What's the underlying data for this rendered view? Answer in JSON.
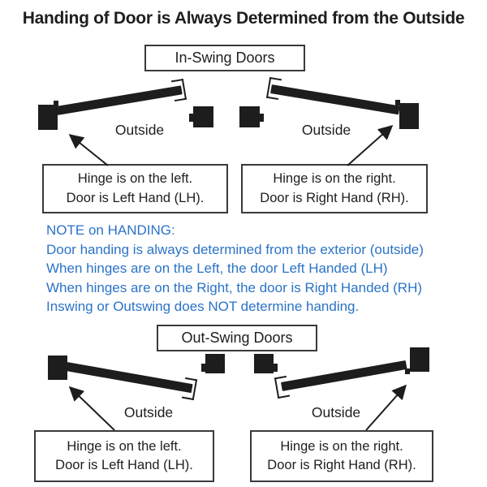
{
  "title": "Handing of Door is Always Determined from the Outside",
  "colors": {
    "ink": "#1d1d1d",
    "box_border": "#3a3a3a",
    "note_blue": "#2b73c7",
    "background": "#ffffff"
  },
  "inswing": {
    "label": "In-Swing Doors",
    "left": {
      "outside_label": "Outside",
      "caption": [
        "Hinge is on the left.",
        "Door is Left Hand (LH)."
      ]
    },
    "right": {
      "outside_label": "Outside",
      "caption": [
        "Hinge is on the right.",
        "Door is Right Hand (RH)."
      ]
    }
  },
  "note": {
    "heading": "NOTE on HANDING:",
    "lines": [
      "Door handing is always determined from the exterior (outside)",
      "When hinges are on the Left, the door Left Handed (LH)",
      "When hinges are on the Right, the door is Right Handed (RH)",
      "Inswing or Outswing does NOT determine handing."
    ]
  },
  "outswing": {
    "label": "Out-Swing Doors",
    "left": {
      "outside_label": "Outside",
      "caption": [
        "Hinge is on the left.",
        "Door is Left Hand (LH)."
      ]
    },
    "right": {
      "outside_label": "Outside",
      "caption": [
        "Hinge is on the right.",
        "Door is Right Hand (RH)."
      ]
    }
  }
}
